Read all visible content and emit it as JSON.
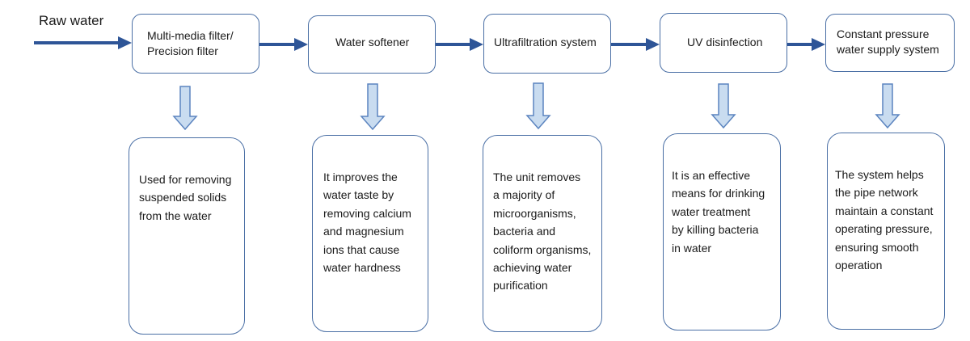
{
  "input": {
    "label": "Raw water"
  },
  "stages": [
    {
      "name": "Multi-media filter/\nPrecision filter",
      "description": "Used for removing\nsuspended solids\nfrom the water"
    },
    {
      "name": "Water softener",
      "description": "It improves the\nwater taste by\nremoving calcium\nand magnesium\nions that cause\nwater hardness"
    },
    {
      "name": "Ultrafiltration system",
      "description": "The unit removes\na majority of\nmicroorganisms,\nbacteria and\ncoliform organisms,\nachieving water\npurification"
    },
    {
      "name": "UV disinfection",
      "description": "It is an effective\nmeans for drinking\nwater treatment\nby killing bacteria\nin water"
    },
    {
      "name": "Constant pressure\nwater supply system",
      "description": "The system helps\nthe pipe network\nmaintain a constant\noperating pressure,\nensuring smooth\noperation"
    }
  ],
  "colors": {
    "flow_arrow": "#2e5597",
    "down_arrow_fill": "#c9dcf0",
    "down_arrow_stroke": "#5b84bf",
    "box_border": "#4a6fa5"
  }
}
